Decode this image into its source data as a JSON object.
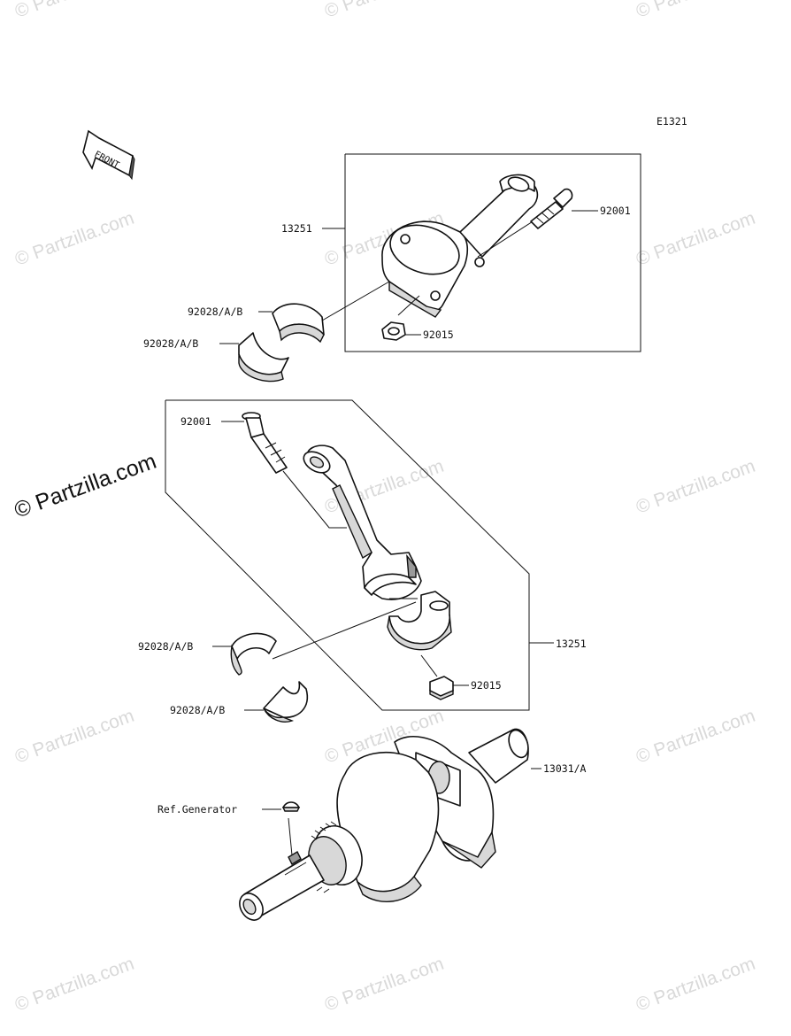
{
  "diagram_code": "E1321",
  "front_label": "FRONT",
  "watermark_text": "© Partzilla.com",
  "labels": {
    "upper_rod_assy": "13251",
    "upper_bolt": "92001",
    "upper_bearing_1": "92028/A/B",
    "upper_bearing_2": "92028/A/B",
    "upper_nut": "92015",
    "lower_bolt": "92001",
    "lower_rod_assy": "13251",
    "lower_bearing_1": "92028/A/B",
    "lower_bearing_2": "92028/A/B",
    "lower_nut": "92015",
    "crankshaft": "13031/A",
    "key": "Ref.Generator"
  }
}
